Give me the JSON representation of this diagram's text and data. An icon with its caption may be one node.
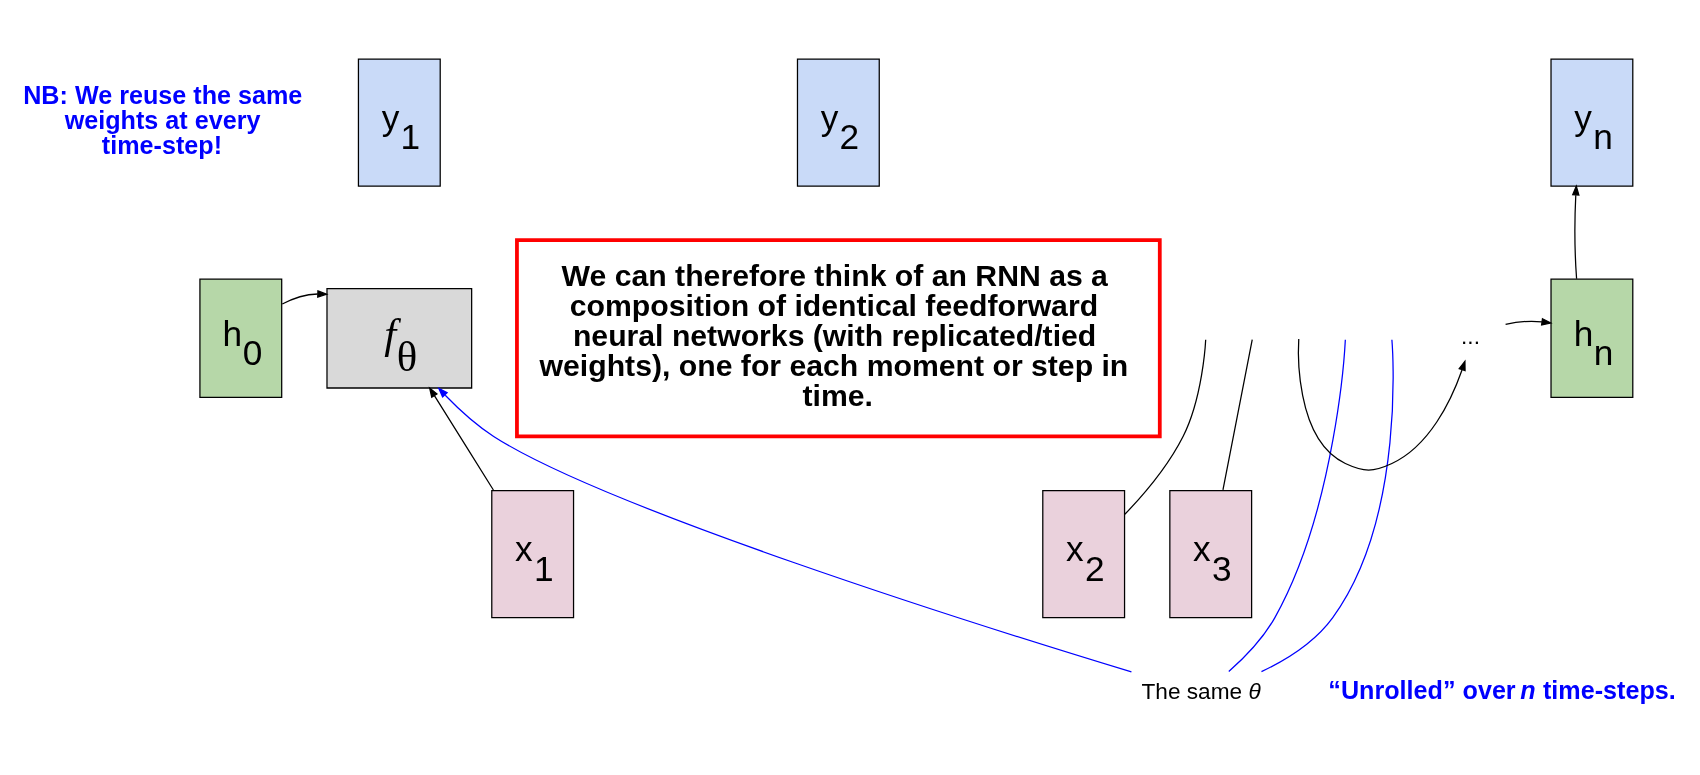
{
  "diagram": {
    "nodes": [
      {
        "text": [
          "y$_{1}$"
        ]
      },
      {
        "text": [
          "y$_{2}$"
        ]
      },
      {
        "text": [
          "y$_{n}$"
        ]
      },
      {
        "text": [
          "h$_{0}$"
        ]
      },
      {
        "text": [
          "*f*$_{θ}$"
        ]
      },
      {
        "text": [
          "We can therefore think of an RNN as a composition of identical feedforward neural networks (with replicated/tied weights), one for each moment or step in time."
        ]
      },
      {
        "text": [
          "..."
        ]
      },
      {
        "text": [
          "h$_{n}$"
        ]
      },
      {
        "text": [
          "x$_{1}$"
        ]
      },
      {
        "text": [
          "x$_{2}$"
        ]
      },
      {
        "text": [
          "x$_{3}$"
        ]
      },
      {
        "text": [
          "The same *θ*"
        ]
      }
    ],
    "edges": [
      {
        "from": 3,
        "to": 4,
        "arrow": "to"
      },
      {
        "from": 8,
        "to": 4,
        "arrow": "to"
      },
      {
        "from": 9,
        "to": null,
        "arrow": "none"
      },
      {
        "from": 10,
        "to": null,
        "arrow": "none"
      },
      {
        "from": null,
        "to": 6,
        "arrow": "to"
      },
      {
        "from": 6,
        "to": 7,
        "arrow": "to"
      },
      {
        "from": 7,
        "to": 2,
        "arrow": "to"
      },
      {
        "from": 11,
        "to": 4,
        "arrow": "to",
        "color": "#0000ff"
      },
      {
        "from": 11,
        "to": null,
        "arrow": "none",
        "color": "#0000ff"
      },
      {
        "from": 11,
        "to": null,
        "arrow": "none",
        "color": "#0000ff"
      }
    ],
    "labels": [
      "NB: We reuse the same weights at every time-step!",
      "“Unrolled” over *n* time-steps."
    ]
  }
}
